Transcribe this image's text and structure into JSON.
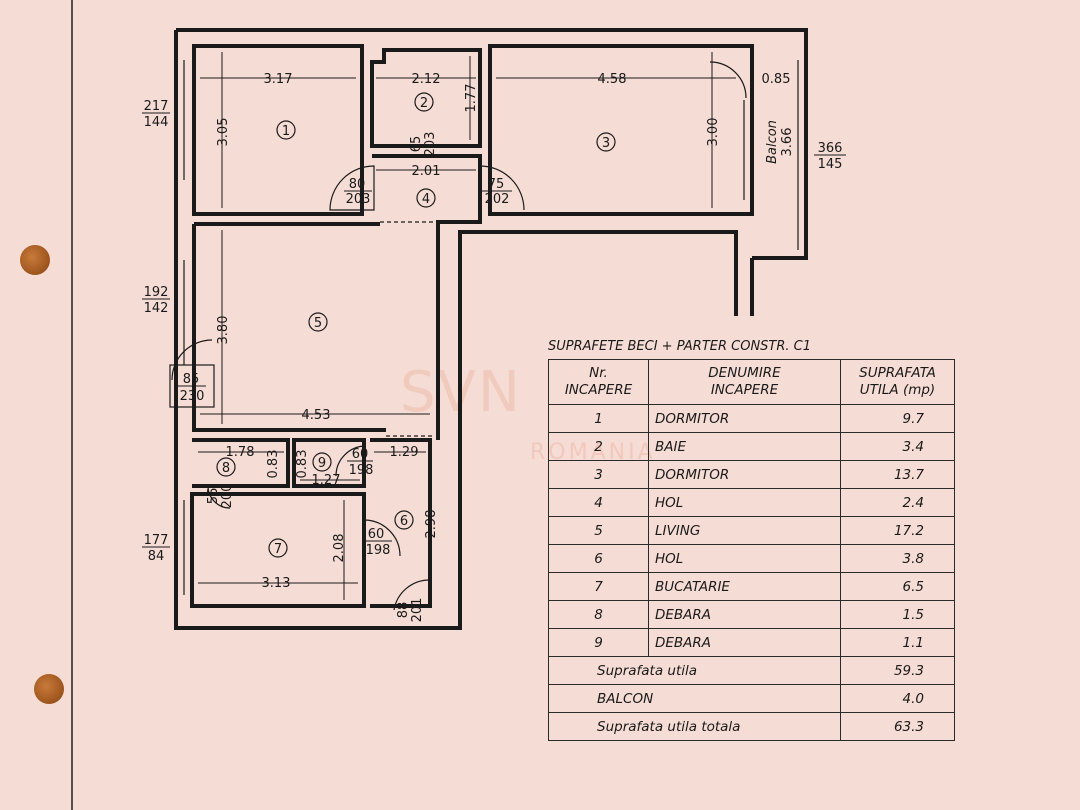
{
  "watermark": {
    "brand": "SVN",
    "sub": "ROMANIA"
  },
  "rooms": [
    {
      "num": "1"
    },
    {
      "num": "2"
    },
    {
      "num": "3"
    },
    {
      "num": "4"
    },
    {
      "num": "5"
    },
    {
      "num": "6"
    },
    {
      "num": "7"
    },
    {
      "num": "8"
    },
    {
      "num": "9"
    }
  ],
  "dims": {
    "r1_w": "3.17",
    "r1_h": "3.05",
    "r2_w": "2.12",
    "r2_h": "1.77",
    "r3_w": "4.58",
    "r3_h": "3.00",
    "balcon_w": "0.85",
    "balcon_label": "Balcon",
    "balcon_h": "3.66",
    "hol_w": "2.01",
    "r5_h": "3.80",
    "r5_w": "4.53",
    "r8_w": "1.78",
    "r8_h": "0.83",
    "r9_h": "0.83",
    "r9_w": "1.27",
    "r6_w": "1.29",
    "r6_h": "2.98",
    "r7_h": "2.08",
    "r7_w": "3.13"
  },
  "openings": {
    "d2": {
      "top": "65",
      "bottom": "203"
    },
    "d1": {
      "top": "80",
      "bottom": "203"
    },
    "d3": {
      "top": "75",
      "bottom": "202"
    },
    "d5": {
      "top": "85",
      "bottom": "230"
    },
    "d9": {
      "top": "60",
      "bottom": "198"
    },
    "d6": {
      "top": "60",
      "bottom": "198"
    },
    "d8": {
      "top": "56",
      "bottom": "200"
    },
    "dentry": {
      "top": "88",
      "bottom": "201"
    },
    "w1": {
      "top": "217",
      "bottom": "144"
    },
    "w5": {
      "top": "192",
      "bottom": "142"
    },
    "w7": {
      "top": "177",
      "bottom": "84"
    },
    "wbal": {
      "top": "366",
      "bottom": "145"
    }
  },
  "table": {
    "title": "SUPRAFETE BECI + PARTER CONSTR. C1",
    "headers": {
      "nr": [
        "Nr.",
        "INCAPERE"
      ],
      "name": [
        "DENUMIRE",
        "INCAPERE"
      ],
      "area": [
        "SUPRAFATA",
        "UTILA (mp)"
      ]
    },
    "rows": [
      {
        "nr": "1",
        "name": "DORMITOR",
        "area": "9.7"
      },
      {
        "nr": "2",
        "name": "BAIE",
        "area": "3.4"
      },
      {
        "nr": "3",
        "name": "DORMITOR",
        "area": "13.7"
      },
      {
        "nr": "4",
        "name": "HOL",
        "area": "2.4"
      },
      {
        "nr": "5",
        "name": "LIVING",
        "area": "17.2"
      },
      {
        "nr": "6",
        "name": "HOL",
        "area": "3.8"
      },
      {
        "nr": "7",
        "name": "BUCATARIE",
        "area": "6.5"
      },
      {
        "nr": "8",
        "name": "DEBARA",
        "area": "1.5"
      },
      {
        "nr": "9",
        "name": "DEBARA",
        "area": "1.1"
      }
    ],
    "summary": [
      {
        "label": "Suprafata utila",
        "area": "59.3"
      },
      {
        "label": "BALCON",
        "area": "4.0"
      },
      {
        "label": "Suprafata utila totala",
        "area": "63.3"
      }
    ]
  }
}
